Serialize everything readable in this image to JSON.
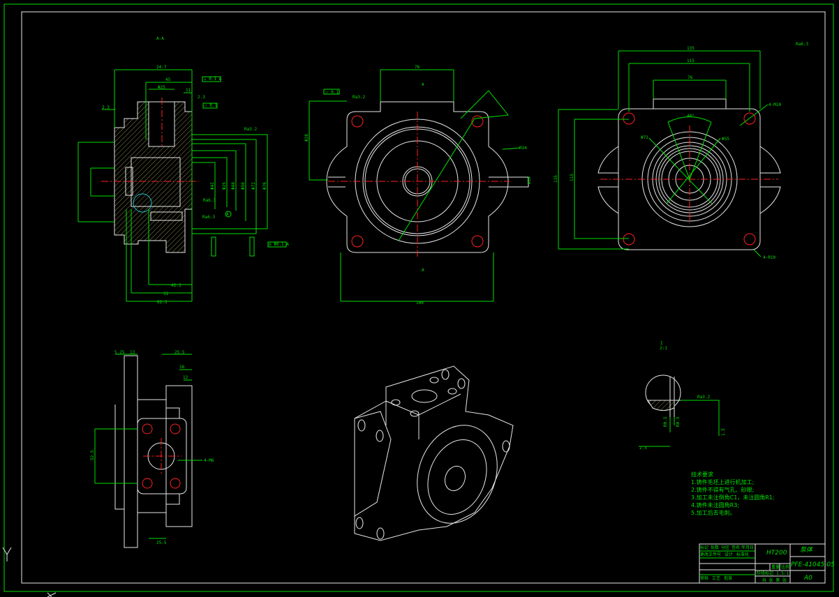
{
  "colors": {
    "background": "#000000",
    "geometry": "#e8e8e8",
    "dimension": "#00e000",
    "centerline": "#ff2020",
    "detail_circle": "#20c0d0"
  },
  "section_view": {
    "label": "A-A",
    "dims": [
      "24.7",
      "45",
      "Φ25",
      "11",
      "2.3",
      "2.3",
      "Φ42",
      "Φ25",
      "Φ48",
      "Φ56",
      "Φ72",
      "Φ76",
      "42.3",
      "51",
      "62.3"
    ],
    "roughness": [
      "Ra3.2",
      "Ra6.3",
      "Ra6.3"
    ],
    "datum": "A",
    "tolerances": [
      "⊥ 0.1 A",
      "⏥ 0.1",
      "◎ Φ0.1 A"
    ]
  },
  "front_view": {
    "dims": {
      "top": "76",
      "bottom": "140",
      "radius": "R34",
      "left": "Φ28",
      "right": "Φ16"
    },
    "section_mark": "A",
    "tolerance": "⏥ 0.1",
    "roughness": "Ra3.2"
  },
  "side_view": {
    "dims": {
      "top_outer": "135",
      "top_mid": "115",
      "top_inner": "76",
      "left_outer": "135",
      "left_inner": "115",
      "angle": "40°",
      "d1": "Φ72",
      "d2": "Φ55",
      "holes": "4-M10",
      "corners": "4-R10"
    },
    "roughness_note": "Ra6.3"
  },
  "bottom_view": {
    "dims": [
      "5.25",
      "13",
      "25.5",
      "16",
      "12",
      "52.5",
      "25.5"
    ],
    "callout": "4-M6"
  },
  "detail_view": {
    "label": "I",
    "scale": "2:1",
    "dims": [
      "Ra3.2",
      "R0.5",
      "R0.5",
      "1.5",
      "2.5"
    ]
  },
  "tech_requirements": {
    "title": "技术要求",
    "items": [
      "1.铸件毛坯上进行机加工;",
      "2.铸件不得有气孔、砂眼;",
      "3.加工未注倒角C1，未注圆角R1;",
      "4.铸件未注圆角R3;",
      "5.加工后去毛刺。"
    ]
  },
  "title_block": {
    "part_name": "泵体",
    "material": "HT200",
    "drawing_no": "PFE-41045-05",
    "sheet": "A0",
    "scale": "1.5:1",
    "labels": [
      "标记",
      "处数",
      "分区",
      "更改文件号",
      "签名",
      "年月日",
      "设计",
      "标准化",
      "审核",
      "工艺",
      "批准",
      "阶段标记",
      "重量",
      "比例",
      "共 张 第 张"
    ]
  }
}
